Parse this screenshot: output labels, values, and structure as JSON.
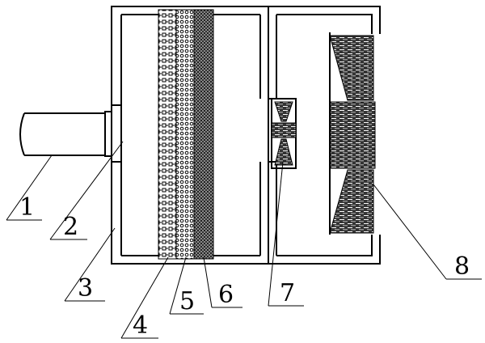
{
  "labels": [
    {
      "id": "1",
      "text": "1"
    },
    {
      "id": "2",
      "text": "2"
    },
    {
      "id": "3",
      "text": "3"
    },
    {
      "id": "4",
      "text": "4"
    },
    {
      "id": "5",
      "text": "5"
    },
    {
      "id": "6",
      "text": "6"
    },
    {
      "id": "7",
      "text": "7"
    },
    {
      "id": "8",
      "text": "8"
    }
  ],
  "colors": {
    "line": "#000000",
    "background": "#ffffff",
    "hatch": "#000000"
  }
}
